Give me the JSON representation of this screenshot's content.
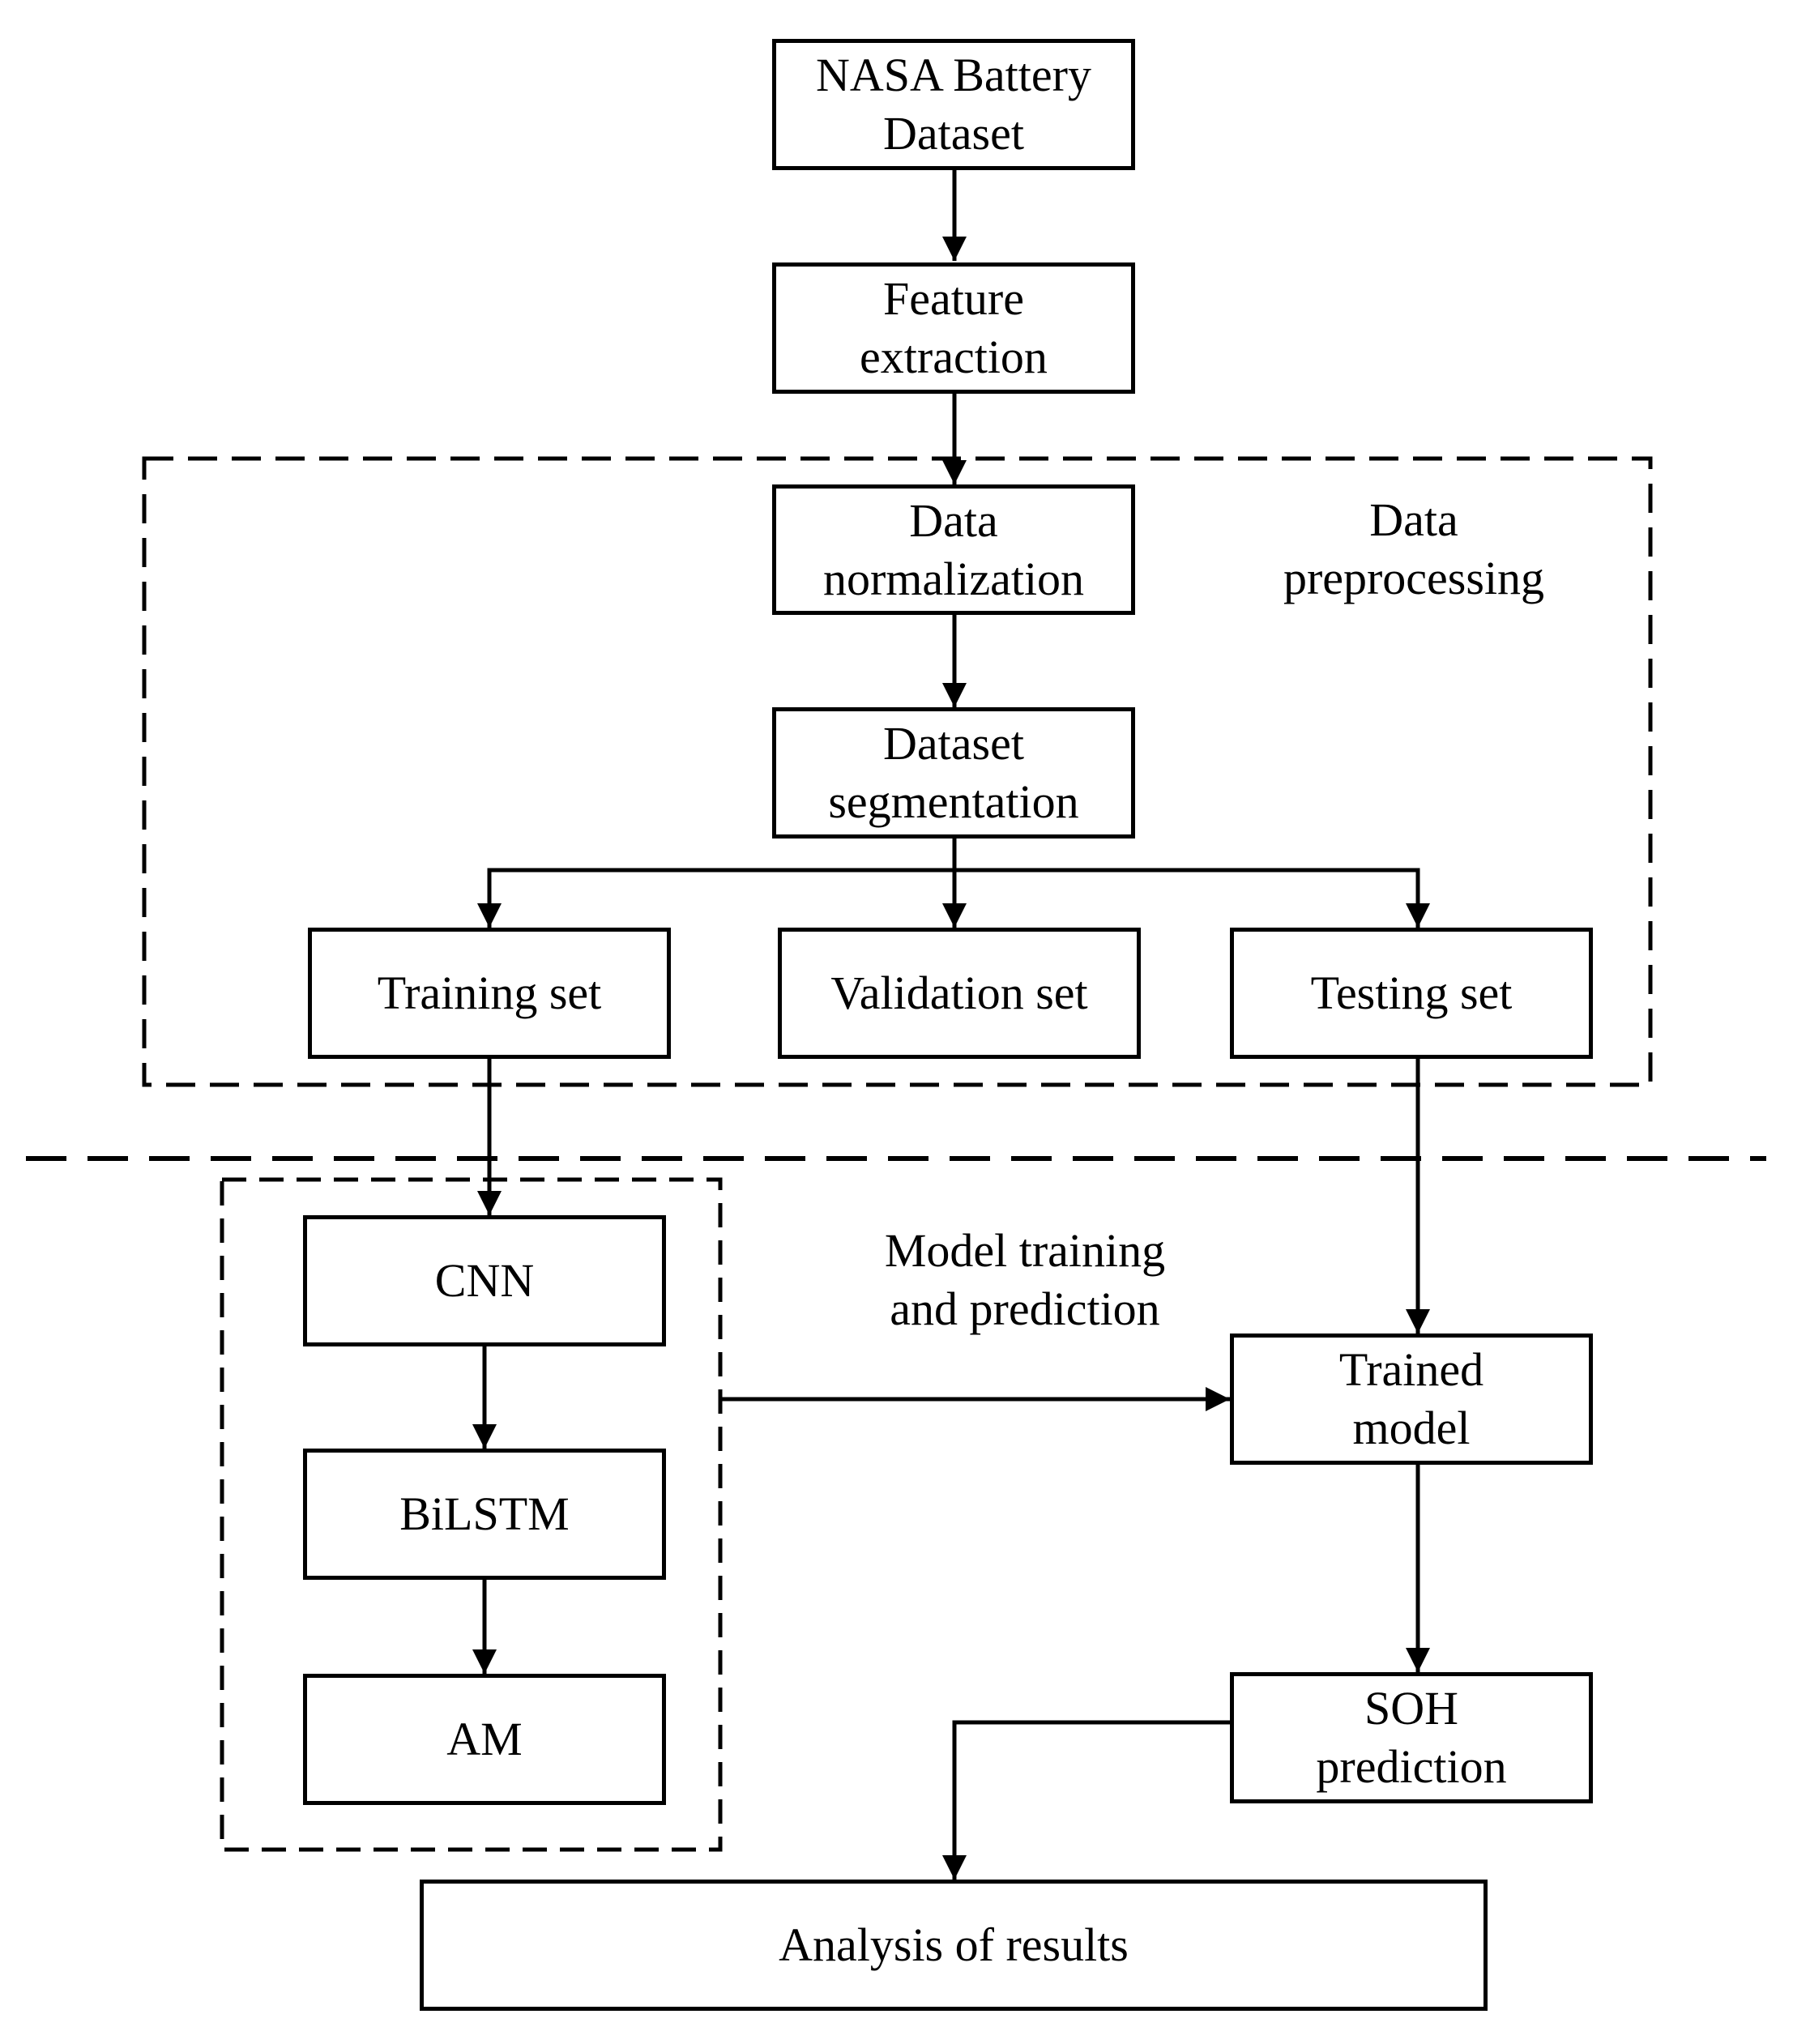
{
  "nodes": {
    "nasa_dataset": "NASA Battery\nDataset",
    "feature_extraction": "Feature\nextraction",
    "data_normalization": "Data\nnormalization",
    "dataset_segmentation": "Dataset\nsegmentation",
    "training_set": "Training set",
    "validation_set": "Validation set",
    "testing_set": "Testing set",
    "cnn": "CNN",
    "bilstm": "BiLSTM",
    "am": "AM",
    "trained_model": "Trained\nmodel",
    "soh_prediction": "SOH\nprediction",
    "analysis_of_results": "Analysis of results"
  },
  "groups": {
    "data_preprocessing": "Data\npreprocessing",
    "model_training": "Model training\nand prediction"
  },
  "colors": {
    "stroke": "#000000",
    "background": "#ffffff"
  }
}
